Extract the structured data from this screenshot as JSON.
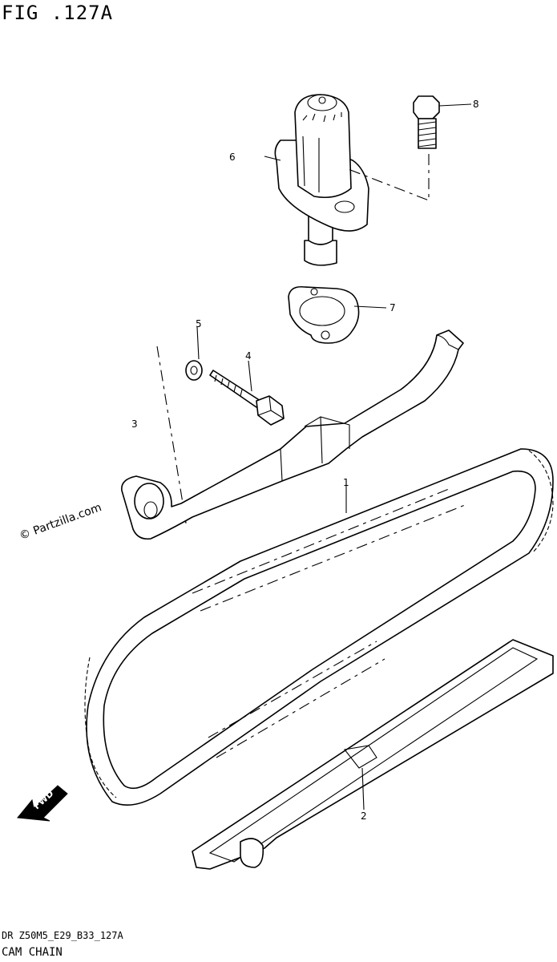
{
  "figure": {
    "title": "FIG .127A"
  },
  "callouts": {
    "c1": "1",
    "c2": "2",
    "c3": "3",
    "c4": "4",
    "c5": "5",
    "c6": "6",
    "c7": "7",
    "c8": "8"
  },
  "watermark": "© Partzilla.com",
  "fwd_label": "FWD",
  "footer": {
    "code": "DR Z50M5_E29_B33_127A",
    "name": "CAM CHAIN"
  }
}
